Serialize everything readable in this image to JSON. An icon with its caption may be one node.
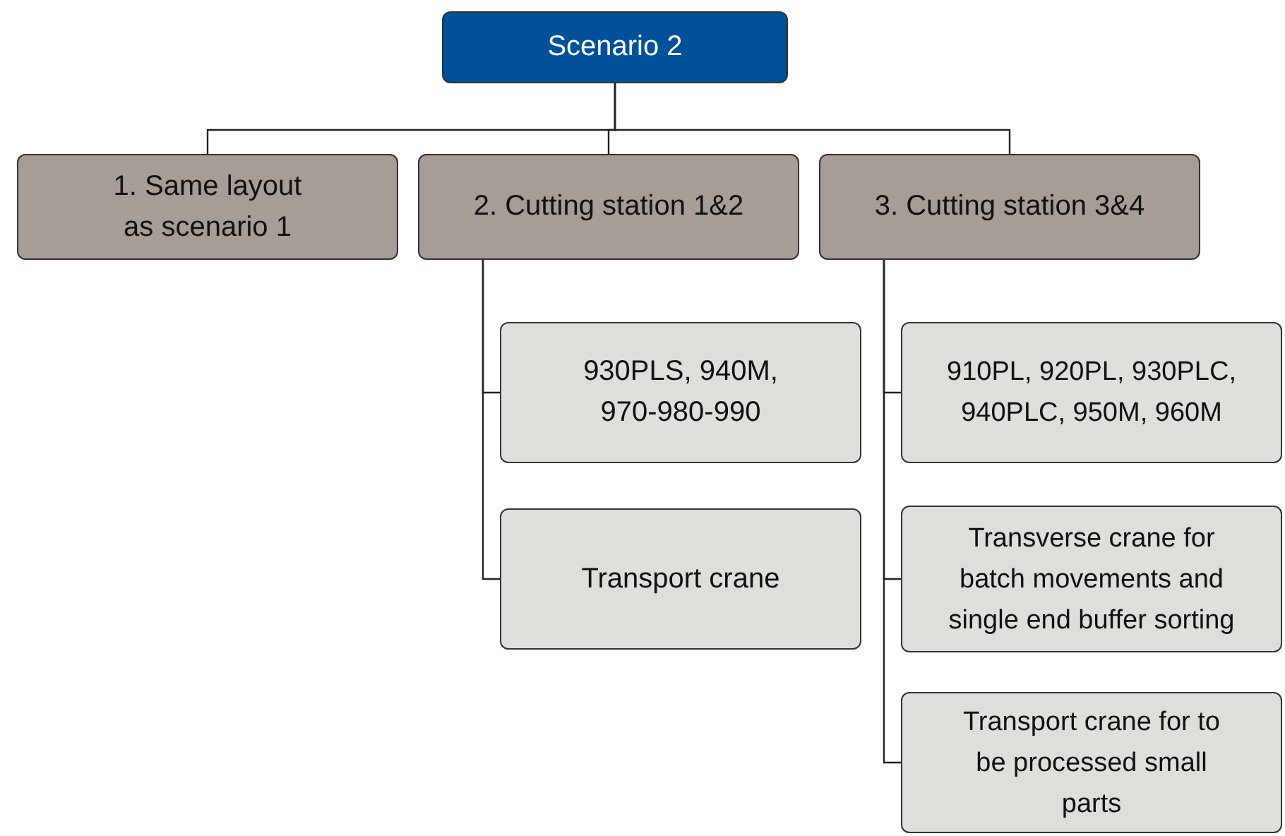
{
  "diagram": {
    "nodes": [
      {
        "text": [
          "Scenario 2"
        ]
      },
      {
        "text": [
          "1. Same layout as scenario 1"
        ]
      },
      {
        "text": [
          "2. Cutting station 1&2"
        ]
      },
      {
        "text": [
          "3. Cutting station 3&4"
        ]
      },
      {
        "text": [
          "930PLS, 940M, 970-980-990"
        ]
      },
      {
        "text": [
          "Transport crane"
        ]
      },
      {
        "text": [
          "910PL, 920PL, 930PLC, 940PLC, 950M, 960M"
        ]
      },
      {
        "text": [
          "Transverse crane for batch movements and single end buffer sorting"
        ]
      },
      {
        "text": [
          "Transport crane for to be processed small parts"
        ]
      }
    ],
    "edges": [
      {
        "from": 0,
        "to": 1,
        "arrow": "none"
      },
      {
        "from": 0,
        "to": 2,
        "arrow": "none"
      },
      {
        "from": 0,
        "to": 3,
        "arrow": "none"
      },
      {
        "from": 2,
        "to": 4,
        "arrow": "none"
      },
      {
        "from": 2,
        "to": 5,
        "arrow": "none"
      },
      {
        "from": 3,
        "to": 6,
        "arrow": "none"
      },
      {
        "from": 3,
        "to": 7,
        "arrow": "none"
      },
      {
        "from": 3,
        "to": 8,
        "arrow": "none"
      }
    ]
  }
}
